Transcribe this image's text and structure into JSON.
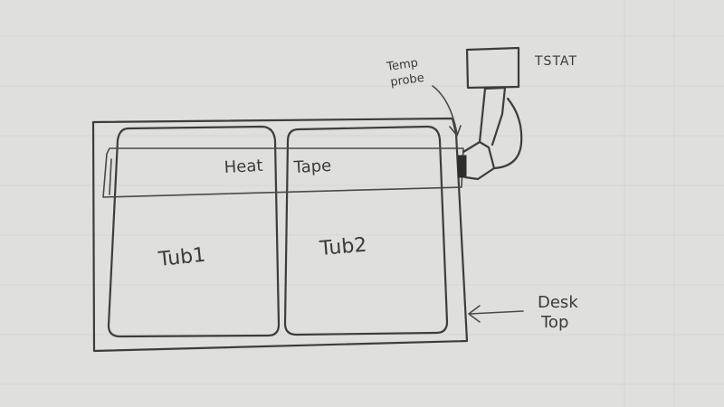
{
  "labels": {
    "tub1": "Tub1",
    "tub2": "Tub2",
    "heat_tape_word1": "Heat",
    "heat_tape_word2": "Tape",
    "temp_probe_line1": "Temp",
    "temp_probe_line2": "probe",
    "tstat": "TSTAT",
    "desk_line1": "Desk",
    "desk_line2": "Top"
  },
  "colors": {
    "paper": "#dfe0dd",
    "ink": "#3d3d3d"
  }
}
